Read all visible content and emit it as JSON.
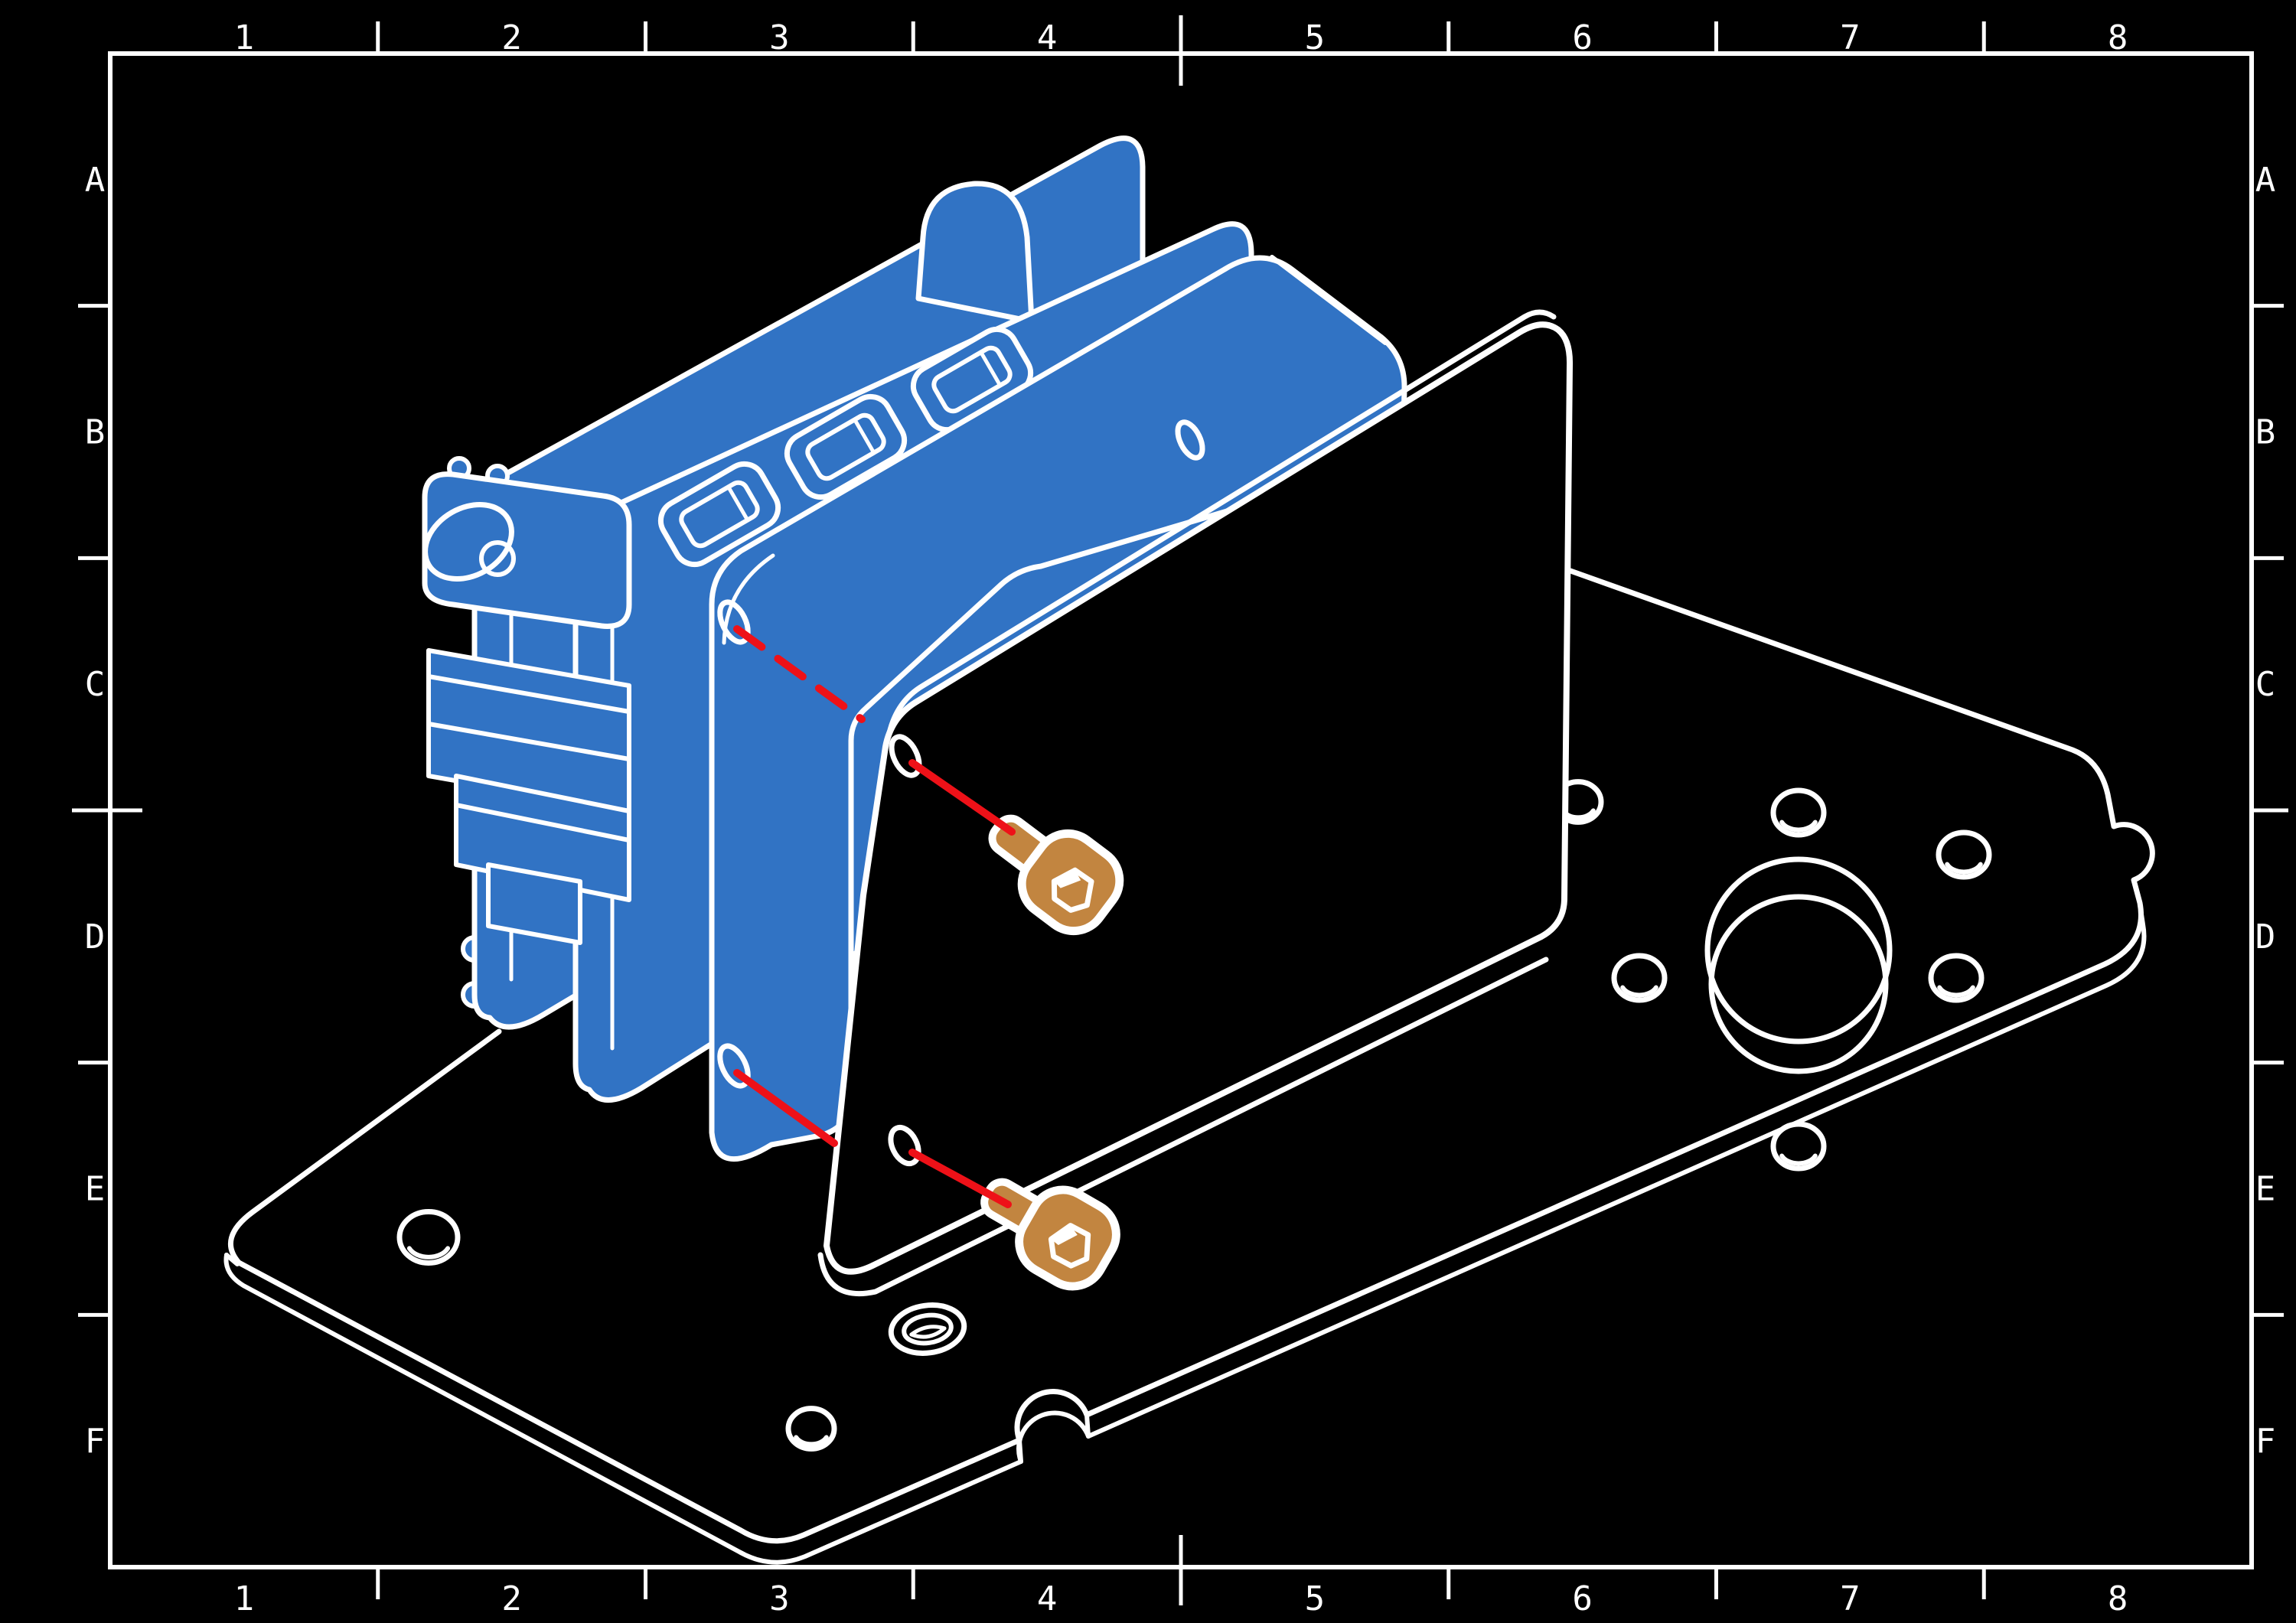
{
  "sheet": {
    "background_color": "#000000",
    "line_color": "#FFFFFF",
    "border": {
      "columns": [
        "1",
        "2",
        "3",
        "4",
        "5",
        "6",
        "7",
        "8"
      ],
      "rows": [
        "A",
        "B",
        "C",
        "D",
        "E",
        "F"
      ]
    }
  },
  "illustration": {
    "type": "exploded-assembly",
    "module_color": "#3173C4",
    "bracket_fill_color": "#000000",
    "screw_color": "#C28540",
    "callout_color": "#EE1118",
    "screw_count": 2,
    "parts": {
      "module": "control-module",
      "bracket": "l-shaped-mounting-bracket",
      "fastener": "socket-head-screw",
      "alignment": "screw-axis-callout-lines"
    }
  }
}
